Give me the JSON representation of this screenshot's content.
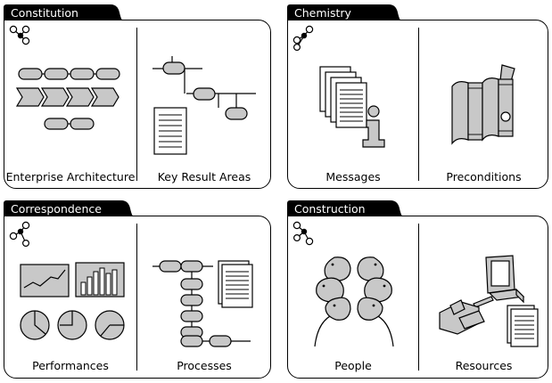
{
  "panels": [
    {
      "title": "Constitution",
      "items": [
        "Enterprise Architecture",
        "Key Result Areas"
      ]
    },
    {
      "title": "Chemistry",
      "items": [
        "Messages",
        "Preconditions"
      ]
    },
    {
      "title": "Correspondence",
      "items": [
        "Performances",
        "Processes"
      ]
    },
    {
      "title": "Construction",
      "items": [
        "People",
        "Resources"
      ]
    }
  ],
  "icons": {
    "network": "network-icon",
    "enterprise_architecture": "enterprise-architecture-icon",
    "key_result_areas": "key-result-areas-icon",
    "messages": "messages-icon",
    "preconditions": "preconditions-icon",
    "performances": "performances-icon",
    "processes": "processes-icon",
    "people": "people-icon",
    "resources": "resources-icon"
  },
  "colors": {
    "tab": "#000000",
    "fill": "#c8c8c8",
    "line": "#000000"
  }
}
